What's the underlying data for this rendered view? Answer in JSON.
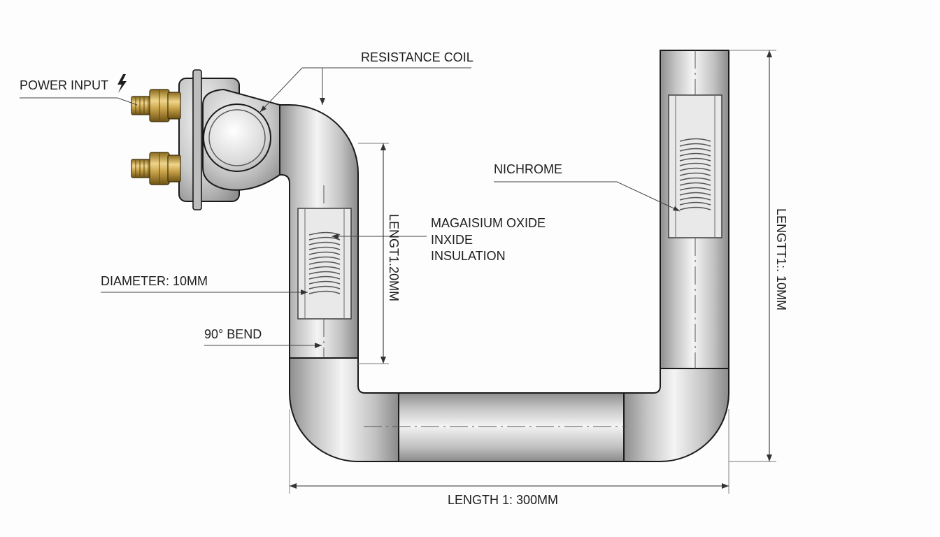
{
  "labels": {
    "resistance_coil": "RESISTANCE COIL",
    "power_input": "POWER INPUT",
    "nichrome": "NICHROME",
    "insulation_line1": "MAGAISIUM OXIDE",
    "insulation_line2": "INXIDE",
    "insulation_line3": "INSULATION",
    "diameter": "DIAMETER: 10MM",
    "bend": "90° BEND",
    "length_left": "LENGT1.20MM",
    "length_right": "LENGTT1:. 10MM",
    "length_bottom": "LENGTH 1: 300MM"
  },
  "icons": {
    "power": "lightning-bolt",
    "terminals": "brass-threaded-terminals"
  },
  "colors": {
    "tube_light": "#f2f2f2",
    "tube_mid": "#c4c4c4",
    "tube_dark": "#8e8e8e",
    "brass_light": "#f0d58a",
    "brass_dark": "#8a6a1c",
    "outline": "#1a1a1a"
  }
}
